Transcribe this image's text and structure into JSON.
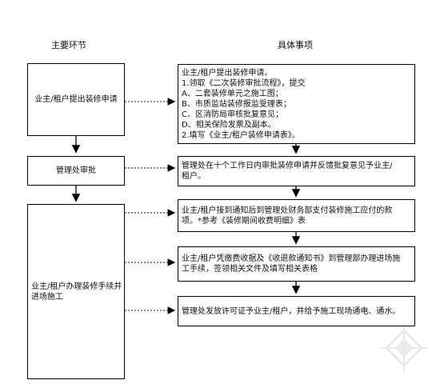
{
  "headings": {
    "left": "主要环节",
    "right": "具体事项"
  },
  "steps": [
    {
      "id": "apply",
      "label": "业主/租户提出装修申请"
    },
    {
      "id": "review",
      "label": "管理处审批"
    },
    {
      "id": "procedure",
      "label_lines": [
        "业主/租户办理装修手续并",
        "进场施工"
      ]
    }
  ],
  "details": [
    {
      "lines": [
        "业主/租户提出装修申请。",
        "1.领取《二次装修审批流程》，提交",
        "A、二套装修单元之施工图；",
        "B、市质监站装修报监受理表；",
        "C、区消防局审核批复意见；",
        "D、相关保险发票及副本。",
        "2.填写《业主/租户装修申请表》。"
      ]
    },
    {
      "lines": [
        "管理处在十个工作日内审批装修申请并反馈批复意见予业主/",
        "租户。"
      ]
    },
    {
      "lines": [
        "业主/租户接到通知后到管理处财务部支付装修施工应付的款",
        "项。*参考《装修期间收费明细》表"
      ]
    },
    {
      "lines": [
        "业主/租户凭缴费收据及《收退款通知书》到管理部办理进场施",
        "工手续，签领相关文件及填写相关表格"
      ]
    },
    {
      "lines": [
        "管理处发放许可证予业主/租户，并给予施工现场通电、通水。"
      ]
    }
  ],
  "colors": {
    "line": "#000000",
    "dotted": "#444444"
  }
}
